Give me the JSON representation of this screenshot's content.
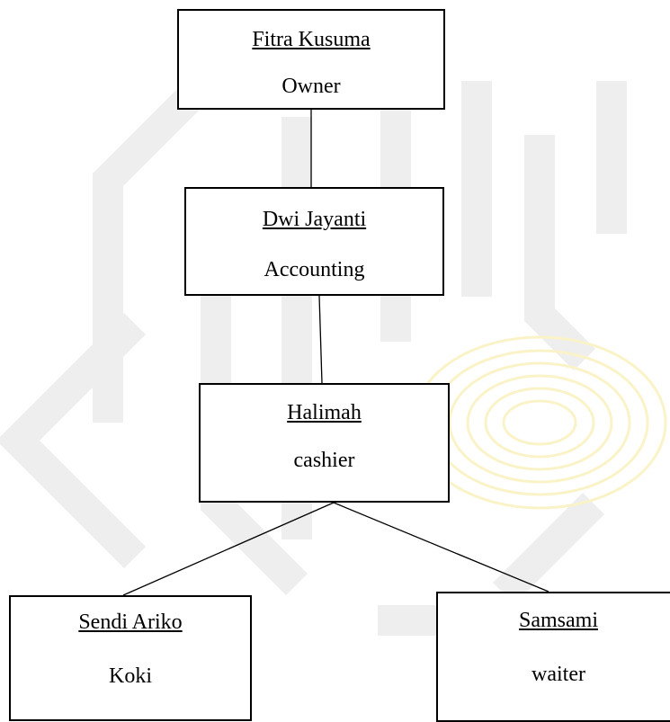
{
  "org_chart": {
    "owner": {
      "name": "Fitra Kusuma",
      "role": "Owner"
    },
    "accounting": {
      "name": "Dwi Jayanti",
      "role": "Accounting"
    },
    "cashier": {
      "name": "Halimah",
      "role": "cashier"
    },
    "cook": {
      "name": "Sendi Ariko",
      "role": "Koki"
    },
    "waiter": {
      "name": "Samsami",
      "role": "waiter"
    }
  },
  "colors": {
    "box_border": "#000000",
    "watermark_gray": "#eeeeee",
    "watermark_yellow": "#fbf3c8"
  }
}
